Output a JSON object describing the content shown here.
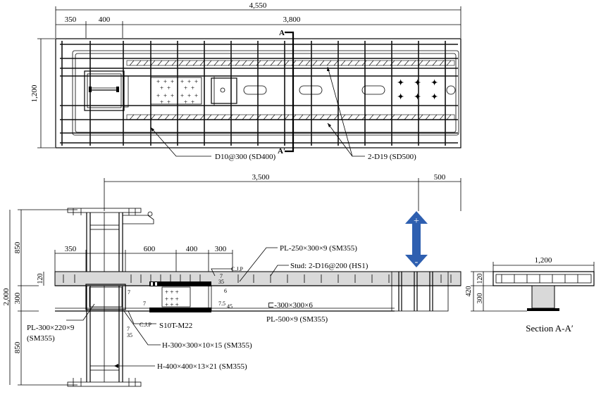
{
  "plan": {
    "dim_total": "4,550",
    "dim_350": "350",
    "dim_400": "400",
    "dim_3800": "3,800",
    "dim_1200": "1,200",
    "section_mark": "A",
    "section_mark_prime": "A′",
    "label_d10": "D10@300 (SD400)",
    "label_d19": "2-D19 (SD500)"
  },
  "elevation": {
    "dim_3500": "3,500",
    "dim_500": "500",
    "dim_850_top": "850",
    "dim_2000": "2,000",
    "dim_300": "300",
    "dim_850_bot": "850",
    "dim_350": "350",
    "dim_600": "600",
    "dim_400": "400",
    "dim_300b": "300",
    "dim_120": "120",
    "label_pl250": "PL-250×300×9 (SM355)",
    "label_stud": "Stud: 2-D16@200 (HS1)",
    "label_channel": "⊏-300×300×6",
    "label_pl500": "PL-500×9 (SM355)",
    "label_pl300": "PL-300×220×9",
    "label_pl300_grade": "(SM355)",
    "label_h300": "H-300×300×10×15 (SM355)",
    "label_h400": "H-400×400×13×21 (SM355)",
    "label_bolt": "S10T-M22",
    "label_cjp1": "C.J.P",
    "label_cjp2": "C.J.P",
    "weld_7a": "7",
    "weld_7b": "7",
    "weld_7c": "7",
    "weld_35a": "35",
    "weld_6": "6",
    "weld_75": "7.5",
    "weld_45": "45",
    "weld_7d": "7",
    "weld_35b": "35",
    "load_plus": "+",
    "load_minus": "-"
  },
  "section": {
    "dim_1200": "1,200",
    "dim_420": "420",
    "dim_120": "120",
    "dim_300": "300",
    "title": "Section A-A′"
  },
  "colors": {
    "load_arrow": "#2e5fb0",
    "line": "#000000",
    "slab_fill": "#d9d9d9"
  }
}
